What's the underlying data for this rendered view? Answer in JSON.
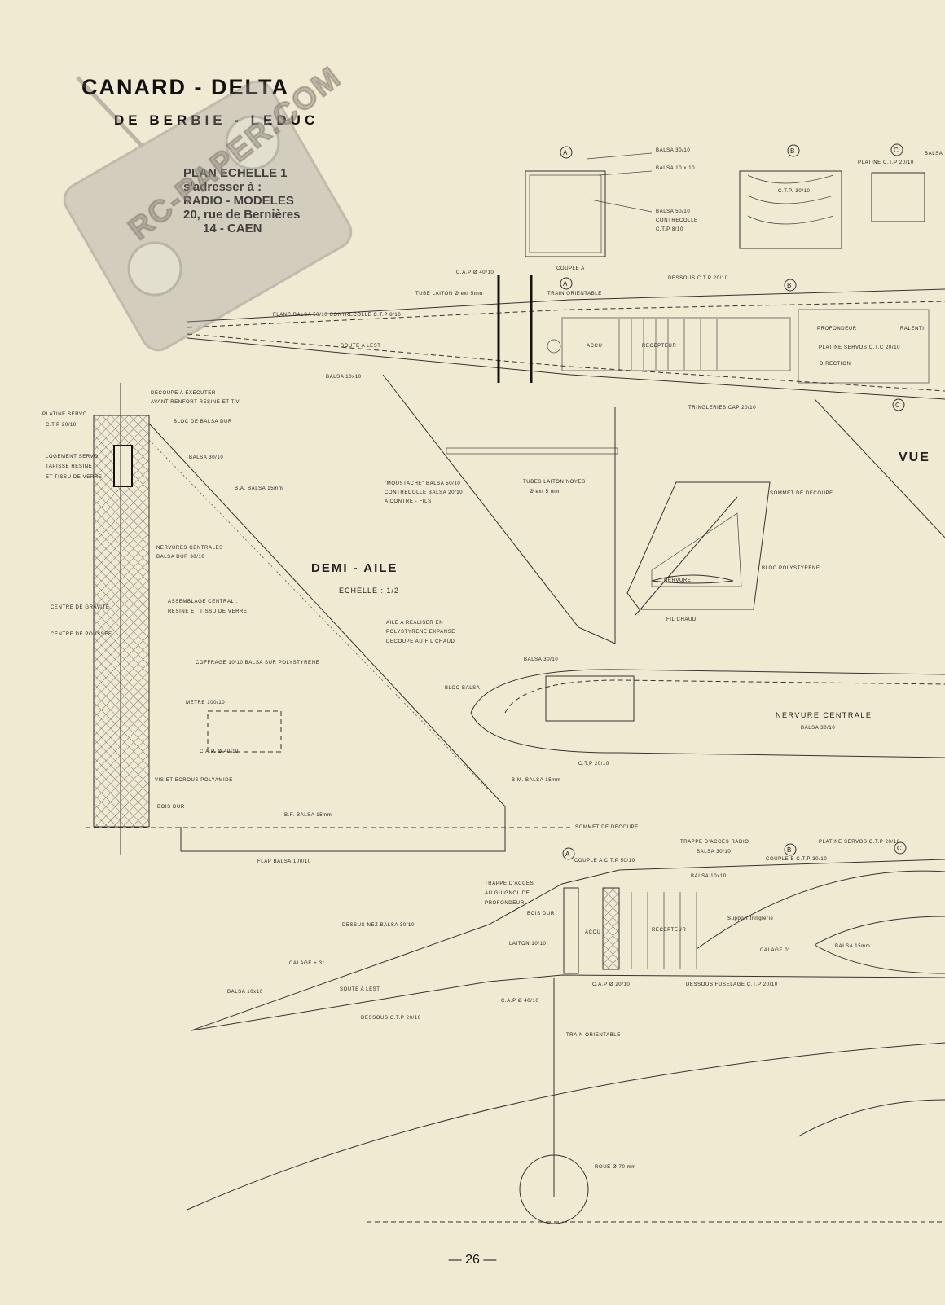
{
  "header": {
    "title": "CANARD - DELTA",
    "subtitle": "DE BERBIE - LEDUC",
    "plan_scale": "PLAN ECHELLE 1",
    "contact_1": "s'adresser à :",
    "contact_2": "RADIO - MODELES",
    "contact_3": "20, rue de Bernières",
    "contact_4": "14 - CAEN"
  },
  "watermark": "RC-PAPER.COM",
  "page_number": "— 26 —",
  "markers": {
    "a": "A",
    "b": "B",
    "c": "C"
  },
  "sections": {
    "balsa_30_10": "BALSA 30/10",
    "balsa_10x10": "BALSA 10 x 10",
    "balsa_50_10": "BALSA 50/10",
    "contrecolle": "CONTRECOLLE",
    "ctp_8_10": "C.T.P 8/10",
    "ctp_30_10": "C.T.P. 30/10",
    "platine_ctp": "PLATINE C.T.P 20/10",
    "couple_a": "COUPLE A",
    "balsa_short": "BALSA"
  },
  "fuselage_top": {
    "cap": "C.A.P Ø 40/10",
    "tube_laiton": "TUBE LAITON Ø ext 5mm",
    "train_orientable": "TRAIN ORIENTABLE",
    "dessous_ctp": "DESSOUS C.T.P 20/10",
    "flanc": "FLANC BALSA 50/10 CONTRECOLLE C.T.P 8/10",
    "soute": "SOUTE A LEST",
    "balsa_10x10": "BALSA 10x10",
    "accu": "ACCU",
    "recepteur": "RECEPTEUR",
    "profondeur": "PROFONDEUR",
    "ralenti": "RALENTI",
    "platine_servos": "PLATINE SERVOS C.T.C 20/10",
    "direction": "DIRECTION",
    "tringleries": "TRINGLERIES CAP 20/10",
    "vue": "VUE",
    "moustache": "\"MOUSTACHE\" BALSA 50/10",
    "moustache_2": "CONTRECOLLE BALSA 20/10",
    "moustache_3": "A CONTRE - FILS",
    "tubes_laiton": "TUBES LAITON NOYES",
    "tubes_laiton_2": "Ø ext 5 mm"
  },
  "wing": {
    "decoupe": "DECOUPE A EXECUTER",
    "decoupe_2": "AVANT RENFORT RESINE ET T.V",
    "platine_servo": "PLATINE SERVO",
    "platine_servo_2": "C.T.P 20/10",
    "bloc_balsa_dur": "BLOC DE BALSA DUR",
    "logement_servo": "LOGEMENT SERVO",
    "tapisse": "TAPISSE RESINE",
    "tissu": "ET TISSU DE VERRE",
    "balsa_30_10": "BALSA 30/10",
    "ba": "B.A. BALSA 15mm",
    "nervures": "NERVURES CENTRALES",
    "nervures_2": "BALSA DUR 30/10",
    "title": "DEMI - AILE",
    "scale": "ECHELLE : 1/2",
    "assemblage": "ASSEMBLAGE CENTRAL :",
    "assemblage_2": "RESINE ET TISSU DE VERRE",
    "cg": "CENTRE DE GRAVITE",
    "cp": "CENTRE DE POUSSEE",
    "aile_note_1": "AILE A REALISER EN",
    "aile_note_2": "POLYSTYRENE EXPANSE",
    "aile_note_3": "DECOUPE AU FIL CHAUD",
    "coffrage": "COFFRAGE 10/10 BALSA SUR POLYSTYRENE",
    "metre": "METRE 100/10",
    "cap_40": "C.A.P. Ø 40/10",
    "vis": "VIS ET ECROUS POLYAMIDE",
    "bois_dur": "BOIS DUR",
    "bm": "B.M. BALSA 15mm",
    "bf": "B.F. BALSA 15mm",
    "sommet": "SOMMET DE DECOUPE",
    "flap": "FLAP BALSA 100/10"
  },
  "hot_wire": {
    "sommet": "SOMMET DE DECOUPE",
    "bloc": "BLOC POLYSTYRENE",
    "nervure": "NERVURE",
    "fil": "FIL CHAUD"
  },
  "rib": {
    "balsa": "BALSA 30/10",
    "bloc": "BLOC BALSA",
    "title": "NERVURE CENTRALE",
    "sub": "BALSA 30/10",
    "ctp": "C.T.P 20/10"
  },
  "side_view": {
    "trappe_radio": "TRAPPE D'ACCES RADIO",
    "trappe_radio_2": "BALSA 30/10",
    "platine_servos": "PLATINE SERVOS C.T.P 20/10",
    "couple_a": "COUPLE A C.T.P 50/10",
    "couple_b": "COUPLE B C.T.P 30/10",
    "balsa_10x10": "BALSA 10x10",
    "trappe_guignol": "TRAPPE D'ACCES",
    "trappe_guignol_2": "AU GUIGNOL DE",
    "trappe_guignol_3": "PROFONDEUR",
    "bois_dur": "BOIS DUR",
    "dessus_nez": "DESSUS NEZ BALSA 30/10",
    "accu": "ACCU",
    "recepteur": "RECEPTEUR",
    "support": "Support tringlerie",
    "laiton": "LAITON 10/10",
    "calage_3": "CALAGE + 3°",
    "calage_0": "CALAGE 0°",
    "balsa_15": "BALSA 15mm",
    "balsa_10x10_b": "BALSA 10x10",
    "soute": "SOUTE A LEST",
    "cap_40": "C.A.P Ø 40/10",
    "cap_20": "C.A.P Ø 20/10",
    "dessous_fuselage": "DESSOUS FUSELAGE C.T.P 20/10",
    "dessous_ctp": "DESSOUS C.T.P 20/10",
    "train": "TRAIN ORIENTABLE",
    "roue": "ROUE Ø 70 mm"
  }
}
